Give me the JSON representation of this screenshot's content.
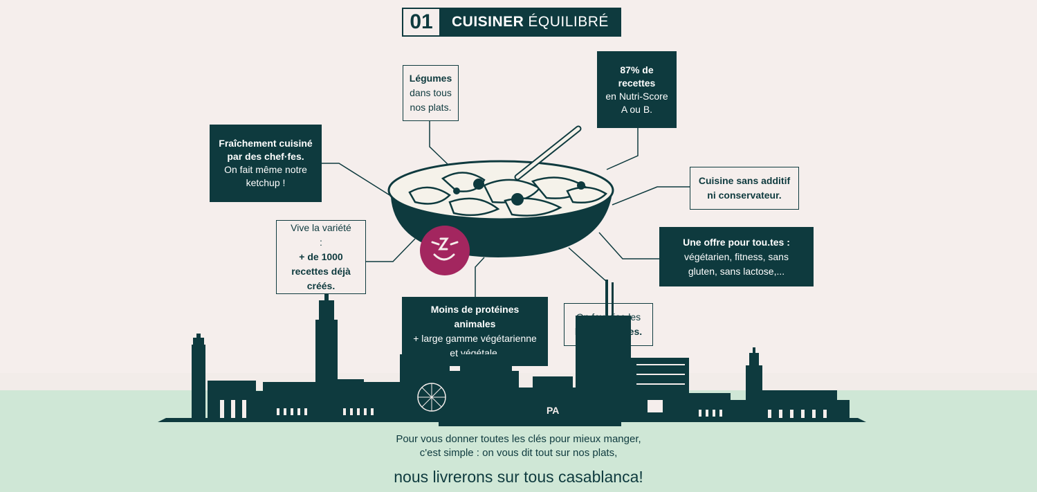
{
  "title": {
    "number": "01",
    "bold": "CUISINER",
    "light": "ÉQUILIBRÉ"
  },
  "callouts": {
    "legumes": {
      "bold": "Légumes",
      "rest": "dans tous nos plats."
    },
    "nutriscore": {
      "bold": "87% de recettes",
      "rest": "en Nutri-Score A ou B."
    },
    "fraichement": {
      "bold": "Fraîchement cuisiné par des chef·fes.",
      "rest": "On fait même notre ketchup !"
    },
    "additif": {
      "bold": "Cuisine sans additif ni conservateur."
    },
    "offre": {
      "bold": "Une offre pour tou.tes :",
      "rest": "végétarien, fitness, sans gluten, sans lactose,..."
    },
    "variete": {
      "light": "Vive la variété :",
      "bold": "+ de 1000 recettes déjà créés."
    },
    "proteines": {
      "bold": "Moins de protéines animales",
      "rest": "+ large gamme végétarienne et végétale."
    },
    "favorise": {
      "light": "On favorise les",
      "bold": "légumineuses."
    }
  },
  "skyline_sign": "PA",
  "footer": {
    "line1": "Pour vous donner toutes les clés pour mieux manger,",
    "line2": "c'est simple : on vous dit tout sur nos plats,",
    "line3": "nous livrerons sur tous casablanca!"
  },
  "colors": {
    "dark": "#0e3a3e",
    "accent": "#a3265f",
    "ground": "#cfe7d6",
    "background": "#f5eeec"
  }
}
